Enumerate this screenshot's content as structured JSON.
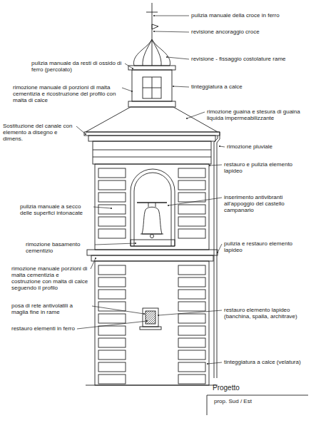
{
  "diagram": {
    "labels": [
      "pulizia manuale della croce in ferro",
      "revisione ancoraggio croce",
      "revisione - fissaggio costolature rame",
      "tinteggiatura a calce",
      "rimozione guaina e stesura di guaina liquida impermeabilizzante",
      "rimozione pluviale",
      "restauro e pulizia elemento lapideo",
      "inserimento antivibranti all'appoggio del castello campanario",
      "pulizia e restauro elemento lapideo",
      "restauro elemento lapideo (banchina, spalla, architrave)",
      "tinteggiatura a calce (velatura)",
      "pulizia manuale da resti di ossido di ferro (percolato)",
      "rimozione manuale di porzioni di malta cementizia e ricostruzione del profilo con malta di calce",
      "Sostituzione del canale con elemento a disegno e dimens.",
      "pulizia manuale a secco delle superfici intonacate",
      "rimozione basamento cementizio",
      "rimozione manuale porzioni di malta cementizia e costruzione con malta di calce seguendo il profilo",
      "posa di rete antivolatili a maglia fine in rame",
      "restauro elementi in ferro",
      "Progetto",
      "prop. Sud / Est"
    ]
  }
}
